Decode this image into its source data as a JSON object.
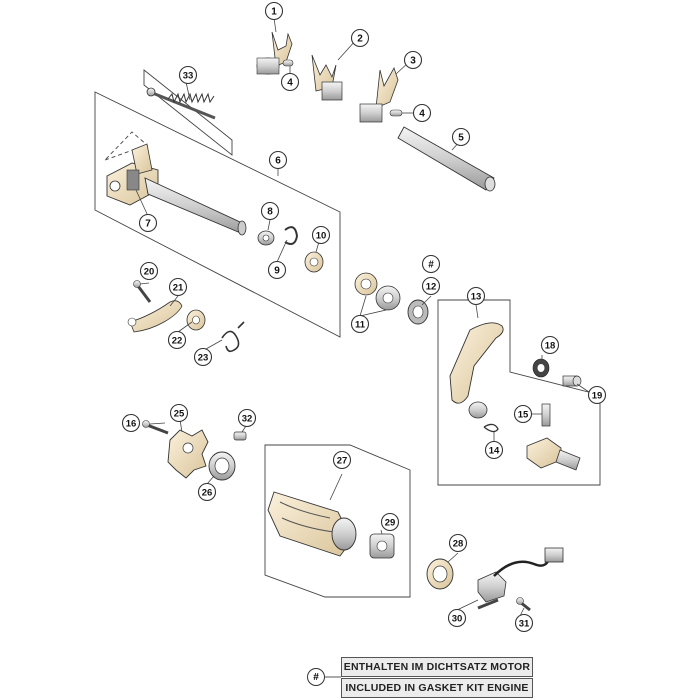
{
  "callouts": [
    {
      "id": "c1",
      "label": "1"
    },
    {
      "id": "c2",
      "label": "2"
    },
    {
      "id": "c3",
      "label": "3"
    },
    {
      "id": "c4a",
      "label": "4"
    },
    {
      "id": "c4b",
      "label": "4"
    },
    {
      "id": "c5",
      "label": "5"
    },
    {
      "id": "c6",
      "label": "6"
    },
    {
      "id": "c7",
      "label": "7"
    },
    {
      "id": "c8",
      "label": "8"
    },
    {
      "id": "c9",
      "label": "9"
    },
    {
      "id": "c10",
      "label": "10"
    },
    {
      "id": "c11",
      "label": "11"
    },
    {
      "id": "c12",
      "label": "12"
    },
    {
      "id": "chash",
      "label": "#"
    },
    {
      "id": "c13",
      "label": "13"
    },
    {
      "id": "c14",
      "label": "14"
    },
    {
      "id": "c15",
      "label": "15"
    },
    {
      "id": "c16",
      "label": "16"
    },
    {
      "id": "c18",
      "label": "18"
    },
    {
      "id": "c19",
      "label": "19"
    },
    {
      "id": "c20",
      "label": "20"
    },
    {
      "id": "c21",
      "label": "21"
    },
    {
      "id": "c22",
      "label": "22"
    },
    {
      "id": "c23",
      "label": "23"
    },
    {
      "id": "c25",
      "label": "25"
    },
    {
      "id": "c26",
      "label": "26"
    },
    {
      "id": "c27",
      "label": "27"
    },
    {
      "id": "c28",
      "label": "28"
    },
    {
      "id": "c29",
      "label": "29"
    },
    {
      "id": "c30",
      "label": "30"
    },
    {
      "id": "c31",
      "label": "31"
    },
    {
      "id": "c32",
      "label": "32"
    },
    {
      "id": "c33",
      "label": "33"
    }
  ],
  "legend": {
    "symbol": "#",
    "line1": "ENTHALTEN IM DICHTSATZ MOTOR",
    "line2": "INCLUDED IN GASKET KIT ENGINE"
  }
}
